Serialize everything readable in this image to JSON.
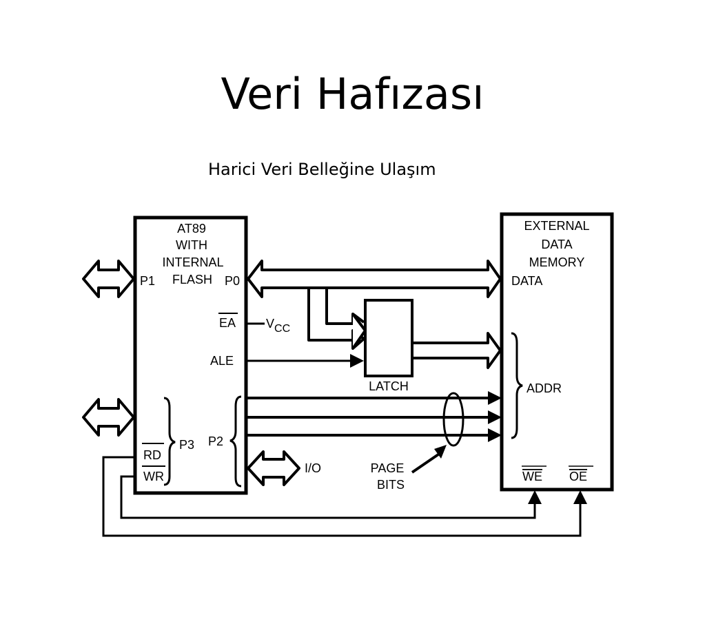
{
  "slide": {
    "title": "Veri Hafızası",
    "subtitle": "Harici Veri Belleğine Ulaşım"
  },
  "diagram": {
    "mcu": {
      "line1": "AT89",
      "line2": "WITH",
      "line3": "INTERNAL",
      "line4": "FLASH"
    },
    "ports": {
      "p1": "P1",
      "p0": "P0",
      "ea": "EA",
      "vcc": "V",
      "vcc_sub": "CC",
      "ale": "ALE",
      "p3": "P3",
      "p2": "P2",
      "rd": "RD",
      "wr": "WR",
      "io": "I/O"
    },
    "latch": "LATCH",
    "page_bits": {
      "line1": "PAGE",
      "line2": "BITS"
    },
    "memory": {
      "line1": "EXTERNAL",
      "line2": "DATA",
      "line3": "MEMORY",
      "data": "DATA",
      "addr": "ADDR",
      "we": "WE",
      "oe": "OE"
    }
  }
}
